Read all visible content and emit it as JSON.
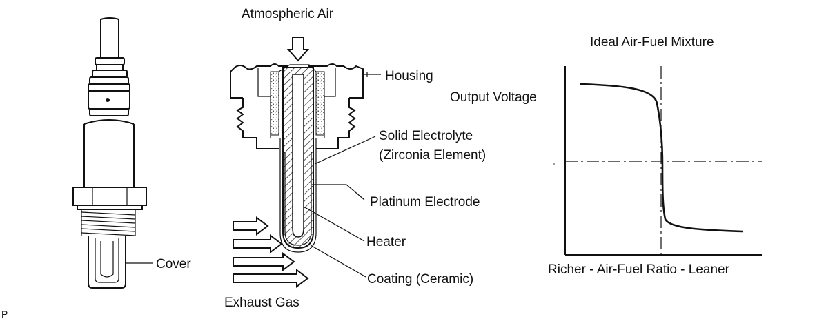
{
  "labels": {
    "atmospheric_air": "Atmospheric Air",
    "housing": "Housing",
    "solid_electrolyte_line1": "Solid  Electrolyte",
    "solid_electrolyte_line2": "(Zirconia Element)",
    "platinum_electrode": "Platinum Electrode",
    "heater": "Heater",
    "coating": "Coating (Ceramic)",
    "exhaust_gas": "Exhaust Gas",
    "cover": "Cover",
    "corner_mark": "P"
  },
  "graph": {
    "title": "Ideal Air-Fuel Mixture",
    "ylabel": "Output Voltage",
    "xlabel": "Richer - Air-Fuel Ratio - Leaner"
  },
  "colors": {
    "ink": "#111111",
    "background": "#ffffff"
  }
}
